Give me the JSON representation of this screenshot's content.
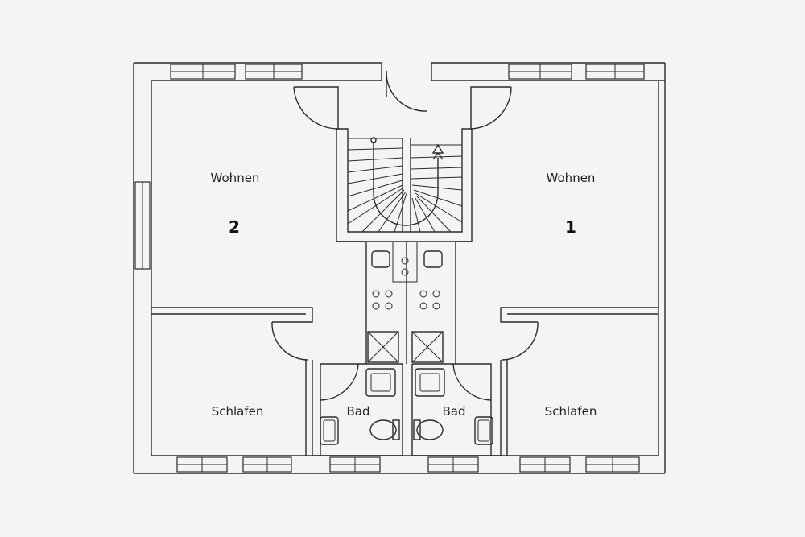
{
  "rooms": {
    "left_living": "Wohnen",
    "right_living": "Wohnen",
    "left_bedroom": "Schlafen",
    "right_bedroom": "Schlafen",
    "left_bath": "Bad",
    "right_bath": "Bad"
  },
  "units": {
    "left": "2",
    "right": "1"
  }
}
